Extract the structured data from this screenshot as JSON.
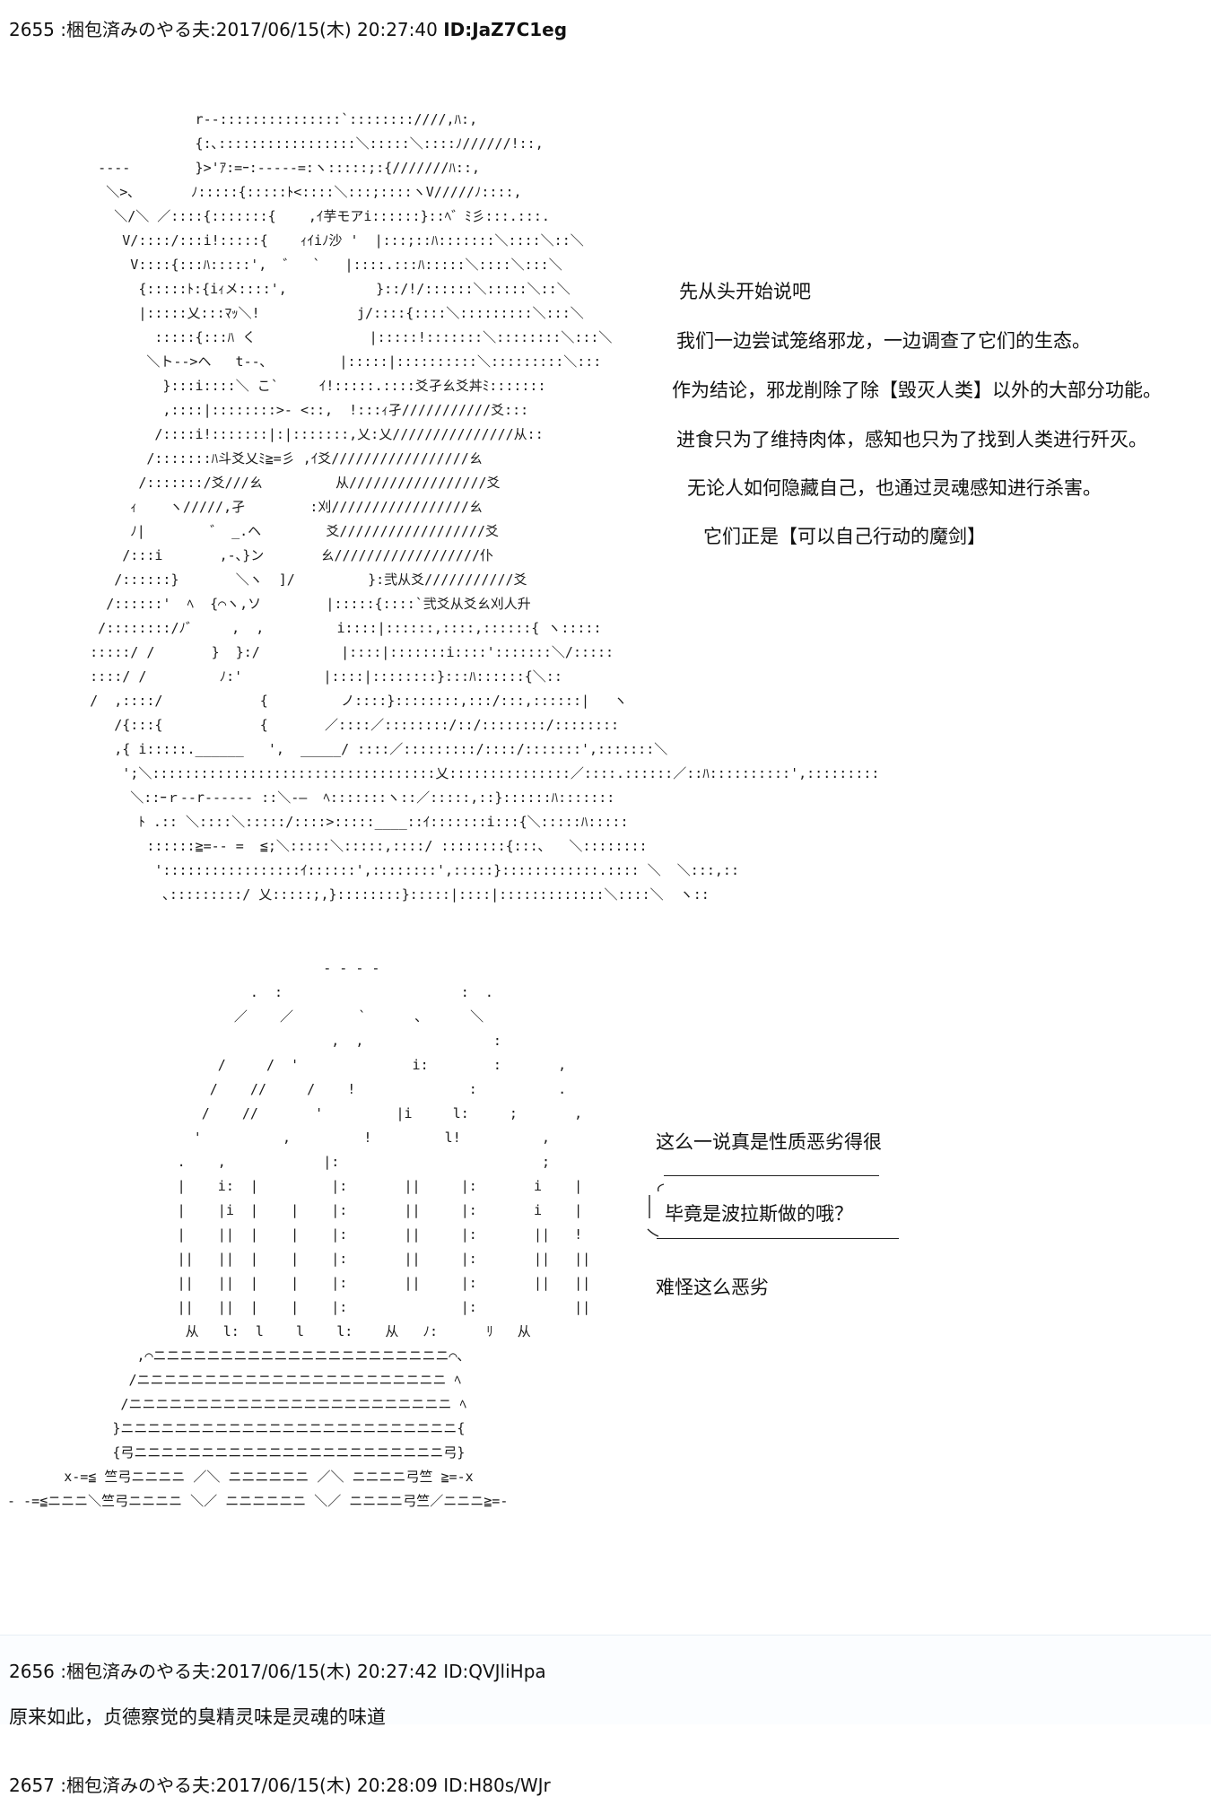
{
  "posts": [
    {
      "number": "2655",
      "name": "梱包済みのやる夫",
      "datetime": "2017/06/15(木) 20:27:40",
      "id_label": "ID:JaZ7C1eg"
    },
    {
      "number": "2656",
      "name": "梱包済みのやる夫",
      "datetime": "2017/06/15(木) 20:27:42",
      "id_label": "ID:QVJliHpa",
      "body": "原来如此，贞德察觉的臭精灵味是灵魂的味道"
    },
    {
      "number": "2657",
      "name": "梱包済みのやる夫",
      "datetime": "2017/06/15(木) 20:28:09",
      "id_label": "ID:H80s/WJr"
    }
  ],
  "scene1": {
    "lines": [
      "先从头开始说吧",
      "我们一边尝试笼络邪龙，一边调查了它们的生态。",
      "作为结论，邪龙削除了除【毁灭人类】以外的大部分功能。",
      "进食只为了维持肉体，感知也只为了找到人类进行歼灭。",
      "无论人如何隐藏自己，也通过灵魂感知进行杀害。",
      "它们正是【可以自己行动的魔剑】"
    ]
  },
  "scene2": {
    "line1": "这么一说真是性质恶劣得很",
    "bubble": "毕竟是波拉斯做的哦？",
    "line2": "难怪这么恶劣"
  }
}
